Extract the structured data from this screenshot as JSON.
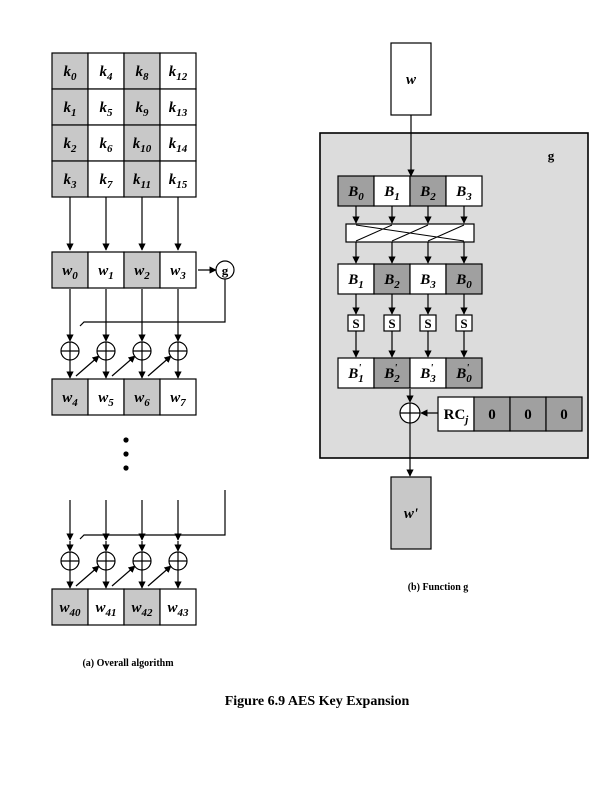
{
  "colors": {
    "shaded_cell": "#c8c8c8",
    "dark_cell": "#a0a0a0",
    "panel_fill": "#dcdcdc",
    "white_cell": "#ffffff",
    "stroke": "#000000"
  },
  "overall": {
    "key_grid": [
      [
        {
          "base": "k",
          "sub": "0",
          "shaded": true
        },
        {
          "base": "k",
          "sub": "4",
          "shaded": false
        },
        {
          "base": "k",
          "sub": "8",
          "shaded": true
        },
        {
          "base": "k",
          "sub": "12",
          "shaded": false
        }
      ],
      [
        {
          "base": "k",
          "sub": "1",
          "shaded": true
        },
        {
          "base": "k",
          "sub": "5",
          "shaded": false
        },
        {
          "base": "k",
          "sub": "9",
          "shaded": true
        },
        {
          "base": "k",
          "sub": "13",
          "shaded": false
        }
      ],
      [
        {
          "base": "k",
          "sub": "2",
          "shaded": true
        },
        {
          "base": "k",
          "sub": "6",
          "shaded": false
        },
        {
          "base": "k",
          "sub": "10",
          "shaded": true
        },
        {
          "base": "k",
          "sub": "14",
          "shaded": false
        }
      ],
      [
        {
          "base": "k",
          "sub": "3",
          "shaded": true
        },
        {
          "base": "k",
          "sub": "7",
          "shaded": false
        },
        {
          "base": "k",
          "sub": "11",
          "shaded": true
        },
        {
          "base": "k",
          "sub": "15",
          "shaded": false
        }
      ]
    ],
    "word_row_1": [
      {
        "base": "w",
        "sub": "0",
        "shaded": true
      },
      {
        "base": "w",
        "sub": "1",
        "shaded": false
      },
      {
        "base": "w",
        "sub": "2",
        "shaded": true
      },
      {
        "base": "w",
        "sub": "3",
        "shaded": false
      }
    ],
    "g_label": "g",
    "word_row_2": [
      {
        "base": "w",
        "sub": "4",
        "shaded": true
      },
      {
        "base": "w",
        "sub": "5",
        "shaded": false
      },
      {
        "base": "w",
        "sub": "6",
        "shaded": true
      },
      {
        "base": "w",
        "sub": "7",
        "shaded": false
      }
    ],
    "word_row_last": [
      {
        "base": "w",
        "sub": "40",
        "shaded": true
      },
      {
        "base": "w",
        "sub": "41",
        "shaded": false
      },
      {
        "base": "w",
        "sub": "42",
        "shaded": true
      },
      {
        "base": "w",
        "sub": "43",
        "shaded": false
      }
    ],
    "caption": "(a) Overall algorithm"
  },
  "function_g": {
    "input_label": "w",
    "panel_label": "g",
    "row_b": [
      {
        "base": "B",
        "sub": "0",
        "prime": false,
        "dark": true
      },
      {
        "base": "B",
        "sub": "1",
        "prime": false,
        "dark": false
      },
      {
        "base": "B",
        "sub": "2",
        "prime": false,
        "dark": true
      },
      {
        "base": "B",
        "sub": "3",
        "prime": false,
        "dark": false
      }
    ],
    "row_rot": [
      {
        "base": "B",
        "sub": "1",
        "prime": false,
        "dark": false
      },
      {
        "base": "B",
        "sub": "2",
        "prime": false,
        "dark": true
      },
      {
        "base": "B",
        "sub": "3",
        "prime": false,
        "dark": false
      },
      {
        "base": "B",
        "sub": "0",
        "prime": false,
        "dark": true
      }
    ],
    "sbox_label": "S",
    "row_sub": [
      {
        "base": "B",
        "sub": "1",
        "prime": true,
        "dark": false
      },
      {
        "base": "B",
        "sub": "2",
        "prime": true,
        "dark": true
      },
      {
        "base": "B",
        "sub": "3",
        "prime": true,
        "dark": false
      },
      {
        "base": "B",
        "sub": "0",
        "prime": true,
        "dark": true
      }
    ],
    "rc_label": "RC",
    "rc_sub": "j",
    "rc_zeros": [
      "0",
      "0",
      "0"
    ],
    "output_label": "w'",
    "caption": "(b) Function g"
  },
  "figure_caption": "Figure 6.9   AES Key Expansion"
}
